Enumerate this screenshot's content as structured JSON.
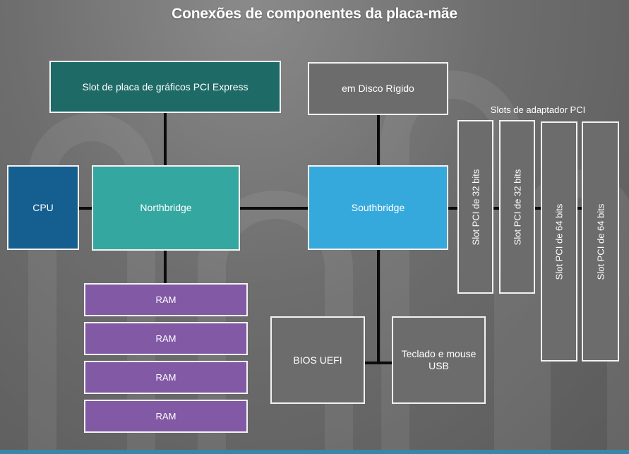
{
  "title": "Conexões de componentes da placa-mãe",
  "boxes": {
    "gpu_slot": "Slot de placa de gráficos PCI Express",
    "hdd": "em Disco Rígido",
    "cpu": "CPU",
    "northbridge": "Northbridge",
    "southbridge": "Southbridge",
    "ram": [
      "RAM",
      "RAM",
      "RAM",
      "RAM"
    ],
    "bios": "BIOS UEFI",
    "usb": "Teclado e mouse USB"
  },
  "pci": {
    "label": "Slots de adaptador PCI",
    "slots": [
      "Slot PCI de 32 bits",
      "Slot PCI de 32 bits",
      "Slot PCI de 64 bits",
      "Slot PCI de 64 bits"
    ]
  },
  "colors": {
    "gpu_slot": "#1e6a66",
    "northbridge": "#35a7a1",
    "cpu": "#145f8f",
    "southbridge": "#36a9dc",
    "gray_boxes": "#6c6c6c",
    "ram": "#8259a5"
  }
}
